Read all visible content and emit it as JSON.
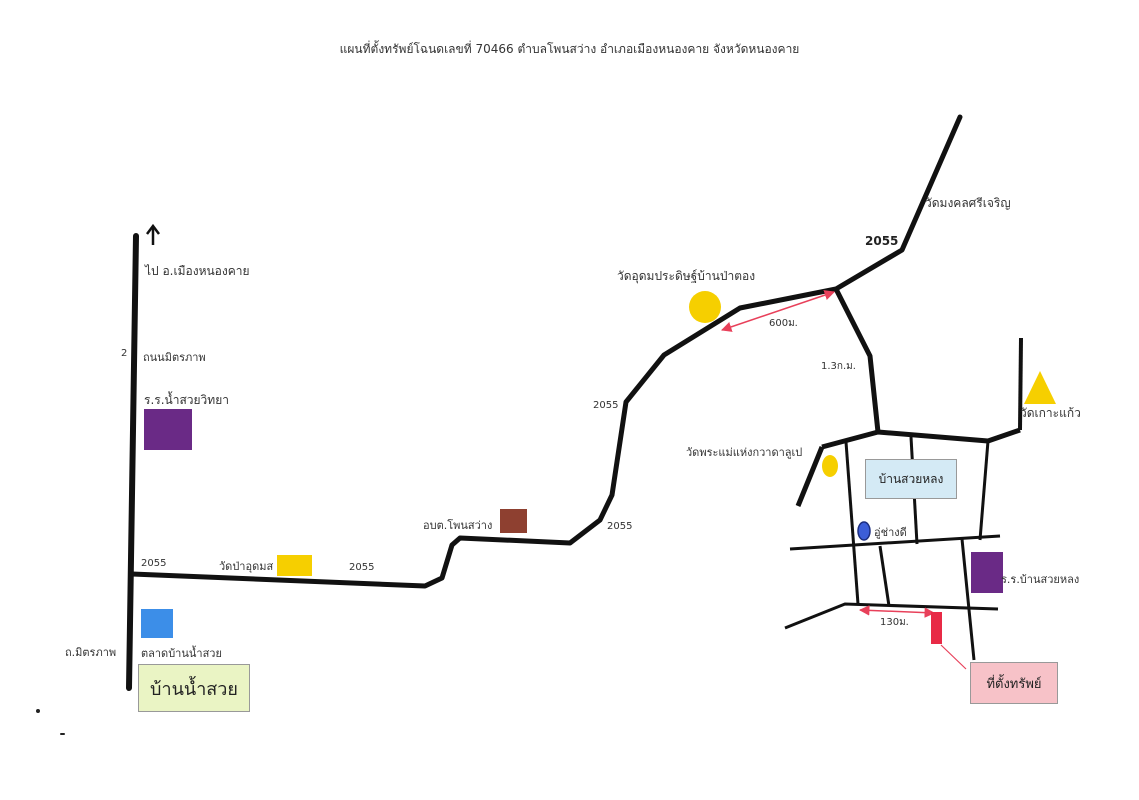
{
  "title": "แผนที่ตั้งทรัพย์โฉนดเลขที่ 70466 ตำบลโพนสว่าง อำเภอเมืองหนองคาย จังหวัดหนองคาย",
  "colors": {
    "road": "#111111",
    "distance": "#e8405a",
    "yellow": "#f6cf00",
    "purple": "#6a2a86",
    "brown": "#8e4030",
    "blue": "#3c8ee8",
    "property": "#e82a46",
    "village_box_main": "#eaf4c4",
    "village_box_suailong": "#d4eaf5",
    "property_box": "#f7c2c8"
  },
  "labels": {
    "to_mueang": "ไป อ.เมืองหนองคาย",
    "road_mittraphap": "ถนนมิตรภาพ",
    "road_mittraphap_num": "2",
    "school_namsuai": "ร.ร.น้ำสวยวิทยา",
    "road_2055_left": "2055",
    "wat_pa_udom": "วัดป่าอุดมส",
    "road_2055_mid": "2055",
    "market_namsuai": "ตลาดบ้านน้ำสวย",
    "tho_mittraphap": "ถ.มิตรภาพ",
    "village_namsuai": "บ้านน้ำสวย",
    "obt_phonsawang": "อบต.โพนสว่าง",
    "road_2055_lower": "2055",
    "road_2055_upper": "2055",
    "wat_udom_prasit": "วัดอุดมประดิษฐ์บ้านป่าตอง",
    "dist_600": "600ม.",
    "road_2055_top": "2055",
    "wat_mongkhon": "วัดมงคลศรีเจริญ",
    "dist_1_3km": "1.3ก.ม.",
    "wat_ko_kaeo": "วัดเกาะแก้ว",
    "wat_phra_mae": "วัดพระแม่แห่งกวาดาลูเป",
    "village_suailong": "บ้านสวยหลง",
    "u_chang_di": "อู่ช่างดี",
    "school_suailong": "ร.ร.บ้านสวยหลง",
    "dist_130": "130ม.",
    "property": "ที่ตั้งทรัพย์"
  }
}
